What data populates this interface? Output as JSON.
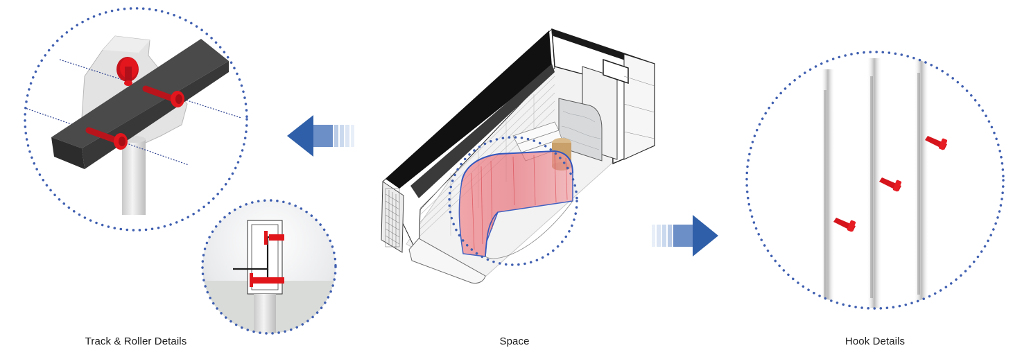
{
  "captions": {
    "track_roller": "Track & Roller Details",
    "space": "Space",
    "hook": "Hook Details"
  },
  "colors": {
    "dotted_circle": "#3f5fb0",
    "accent_red": "#e0161b",
    "arrow_blue": "#2f5fa8",
    "track_dark": "#3c3c3c",
    "curtain_pink": "#e8747a"
  },
  "icons": {
    "left_arrow": "arrow-left-gradient-icon",
    "right_arrow": "arrow-right-gradient-icon"
  }
}
